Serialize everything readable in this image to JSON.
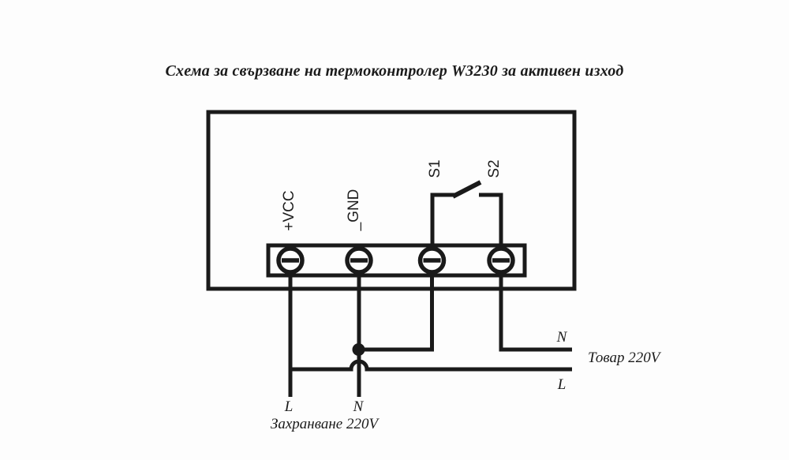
{
  "title": "Схема за свързване на термоконтролер W3230 за активен изход",
  "controller": {
    "terminals": [
      {
        "label": "+VCC"
      },
      {
        "label": "_GND"
      },
      {
        "label": "S1"
      },
      {
        "label": "S2"
      }
    ]
  },
  "load": {
    "n_label": "N",
    "l_label": "L",
    "caption": "Товар 220V"
  },
  "supply": {
    "l_label": "L",
    "n_label": "N",
    "caption": "Захранване 220V"
  },
  "colors": {
    "line": "#1a1a1a",
    "background": "#fdfdfd"
  }
}
